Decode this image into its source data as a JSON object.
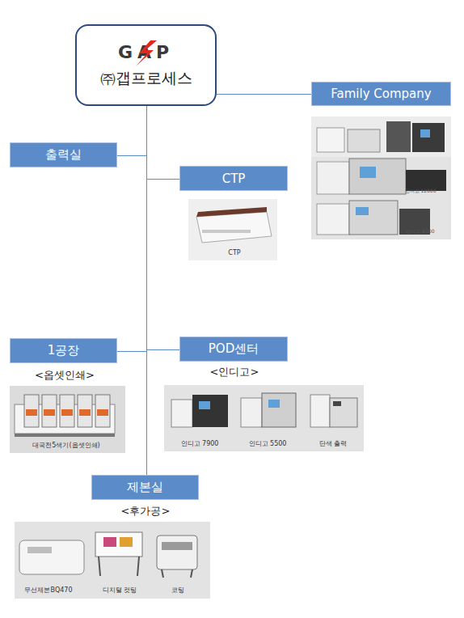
{
  "diagram": {
    "nodes": [
      {
        "text": [
          "GAP",
          "㈜갭프로세스"
        ]
      },
      {
        "text": [
          "Family Company"
        ]
      },
      {
        "text": [
          "출력실"
        ]
      },
      {
        "text": [
          "CTP"
        ]
      },
      {
        "text": [
          "1공장"
        ]
      },
      {
        "text": [
          "POD센터"
        ]
      },
      {
        "text": [
          "제본실"
        ]
      }
    ],
    "edges": [
      {
        "from": 0,
        "to": 1,
        "arrow": "none"
      },
      {
        "from": 0,
        "to": 2,
        "arrow": "none"
      },
      {
        "from": 0,
        "to": 3,
        "arrow": "none"
      },
      {
        "from": 0,
        "to": 4,
        "arrow": "none"
      },
      {
        "from": 0,
        "to": 5,
        "arrow": "none"
      },
      {
        "from": 0,
        "to": 6,
        "arrow": "none"
      }
    ],
    "labels": [
      "<옵셋인쇄>",
      "<인디고>",
      "<후가공>",
      "대국전5색기(옵셋인쇄)",
      "인디고 7900",
      "인디고 5500",
      "단색 출력",
      "무선제본BQ470",
      "디지털 컷팅",
      "코팅",
      "CTP",
      "인디고 12000",
      "인디고 6000"
    ]
  }
}
